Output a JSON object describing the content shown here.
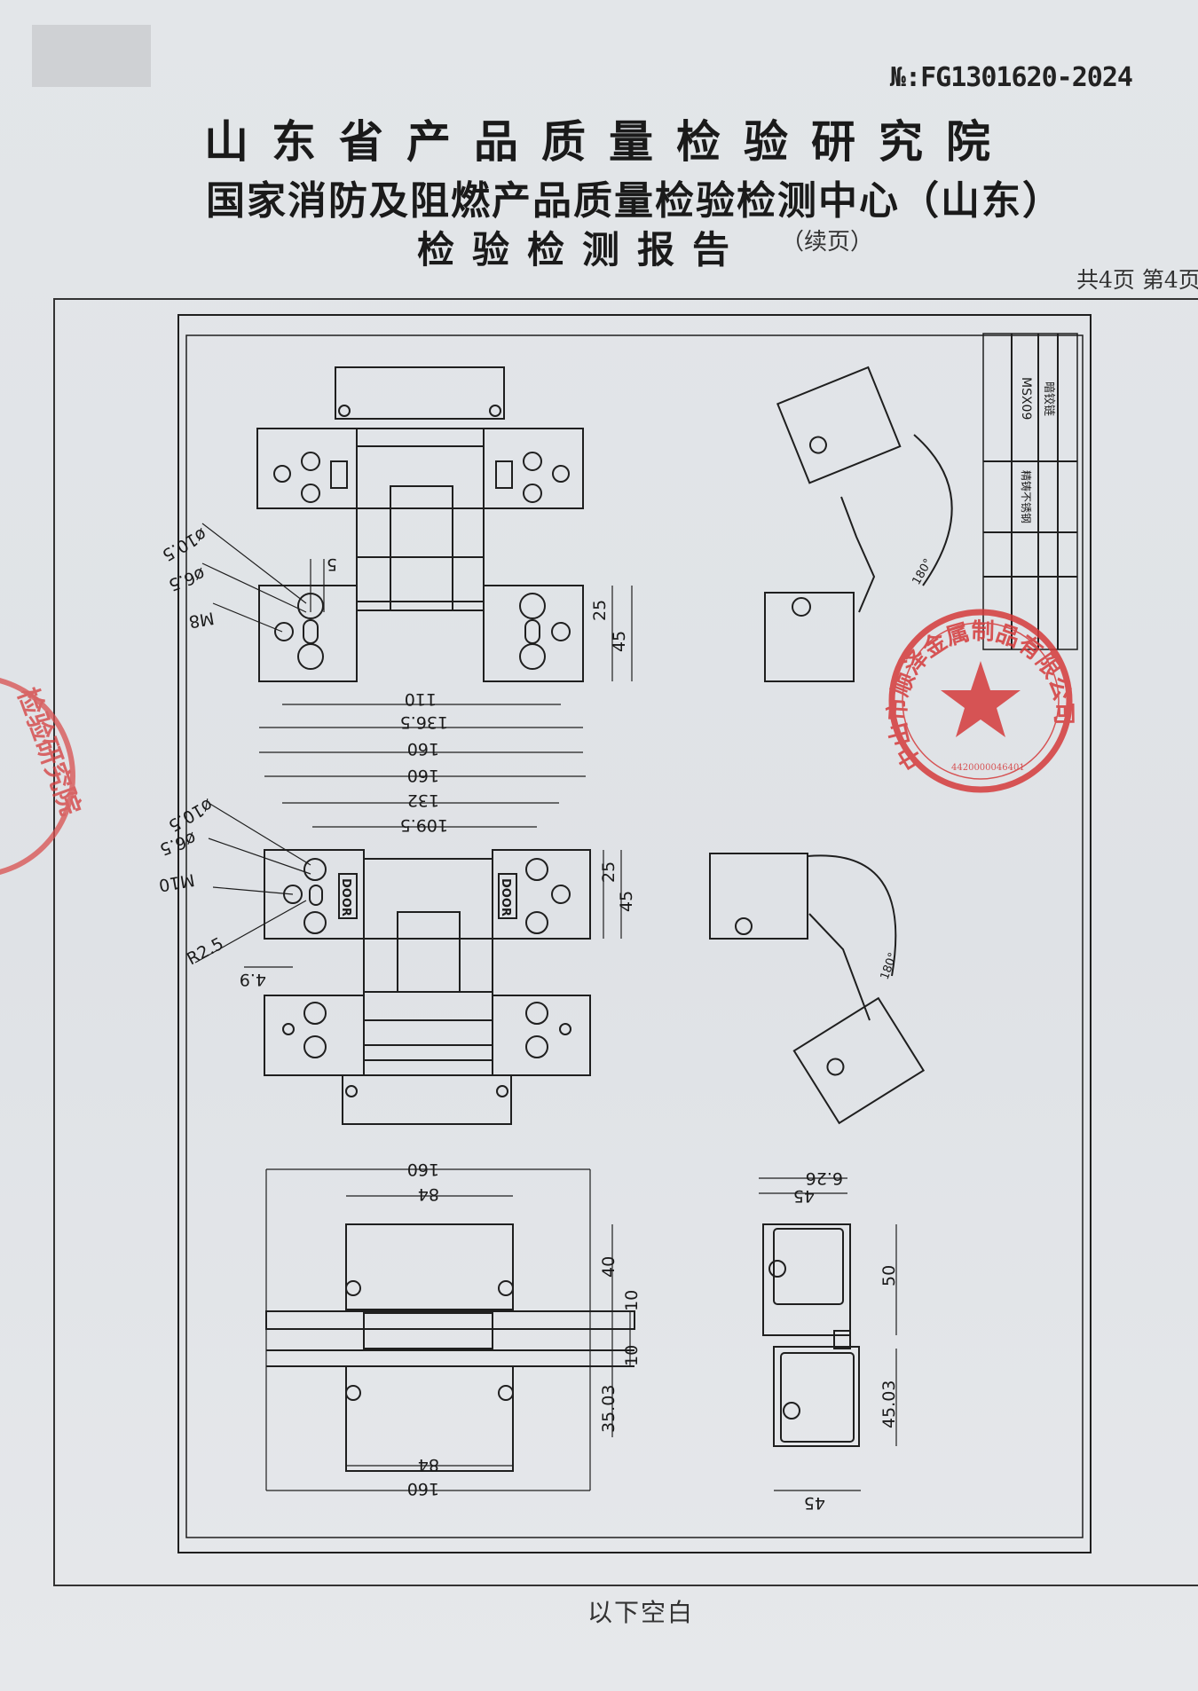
{
  "header": {
    "report_no": "№:FG1301620-2024",
    "title_institute": "山东省产品质量检验研究院",
    "title_center": "国家消防及阻燃产品质量检验检测中心（山东）",
    "title_report": "检验检测报告",
    "title_report_suffix": "（续页）",
    "page_info": "共4页 第4页"
  },
  "drawing": {
    "dims_top": [
      "ø10.5",
      "ø6.5",
      "M8",
      "5",
      "25",
      "45",
      "110",
      "136.5",
      "160"
    ],
    "dims_mid": [
      "160",
      "132",
      "109.5",
      "ø10.5",
      "ø6.5",
      "M10",
      "R2.5",
      "4.9",
      "25",
      "45"
    ],
    "dims_bottom": [
      "160",
      "84",
      "40",
      "10",
      "10",
      "35.03",
      "84",
      "160"
    ],
    "dims_side": [
      "6.26",
      "45",
      "50",
      "45.03",
      "45"
    ],
    "plate_label": "DOOR",
    "angle_label": "180°",
    "title_block": {
      "model": "MSX09",
      "material": "精铸不锈钢",
      "name": "暗铰链"
    }
  },
  "stamps": {
    "right_seal_text": "中山市顺泽金属制品有限公司",
    "right_seal_number": "4420000046401",
    "left_seal_text": "检验研究院"
  },
  "footer": {
    "note": "以下空白"
  },
  "colors": {
    "ink": "#1a1a1a",
    "seal_red": "#d53b3b",
    "paper": "#e1e4e7"
  }
}
